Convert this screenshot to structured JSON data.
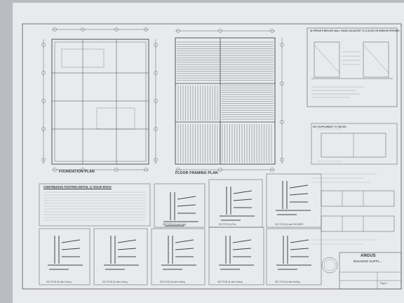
{
  "sheet": {
    "foundation_plan_label": "FOUNDATION PLAN",
    "floor_framing_plan_label": "FLOOR FRAMING PLAN",
    "continuous_footing_title": "CONTINUOUS FOOTING DETAIL @ SOLID ROCK",
    "section_labels": [
      "SECTION @ curb shed",
      "SECTION @ Pier",
      "SECTION @ slab SHOWER",
      "SECTION @ slab footing",
      "SECTION @ slab footing",
      "SECTION @ slab footing",
      "SECTION @ slab footing",
      "SECTION @ slab footing"
    ],
    "title_block_lines": [
      "ANGUS",
      "BUILDING SUPPL..."
    ],
    "note_portal_frame": "ALTERNATE BRACED WALL PANEL ADJACENT TO A DOOR OR WINDOW OPENING",
    "note_wall_supplement": "SHT SUPPLEMENT TO THE IRC",
    "page_label": "Page 2"
  }
}
